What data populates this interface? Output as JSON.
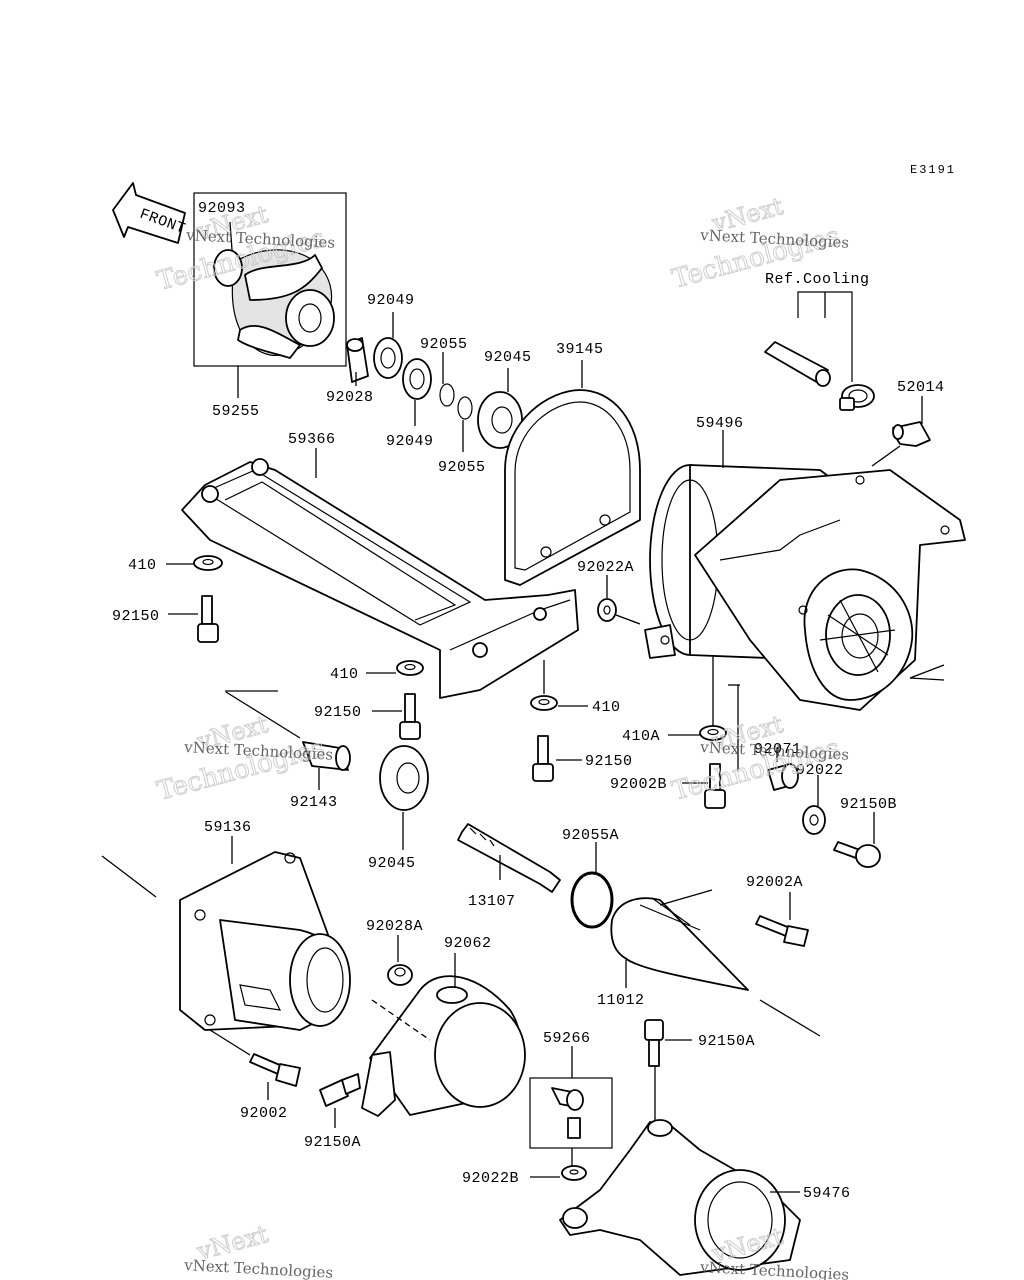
{
  "diagram_code": "E3191",
  "front_arrow_text": "FRONT",
  "ref_cooling_text": "Ref.Cooling",
  "watermark": {
    "line1": "vNext",
    "line2": "Technologies",
    "small": "vNext Technologies"
  },
  "labels": {
    "p92093": "92093",
    "p59255": "59255",
    "p92049a": "92049",
    "p92028": "92028",
    "p92049b": "92049",
    "p92055a": "92055",
    "p92055b": "92055",
    "p92045a": "92045",
    "p39145": "39145",
    "p59366": "59366",
    "p410a": "410",
    "p92150a": "92150",
    "p410b": "410",
    "p92150b": "92150",
    "p410c": "410",
    "p92150c": "92150",
    "p92143": "92143",
    "p92045b": "92045",
    "p59136": "59136",
    "p13107": "13107",
    "p92055A": "92055A",
    "p92028A": "92028A",
    "p92062": "92062",
    "p92002": "92002",
    "p92150A_a": "92150A",
    "p59266": "59266",
    "p92022B": "92022B",
    "p92150A_b": "92150A",
    "p59476": "59476",
    "p11012": "11012",
    "p92002A": "92002A",
    "p92150B": "92150B",
    "p92071": "92071",
    "p92022": "92022",
    "p92002B": "92002B",
    "p410A": "410A",
    "p92022A": "92022A",
    "p59496": "59496",
    "p52014": "52014"
  }
}
